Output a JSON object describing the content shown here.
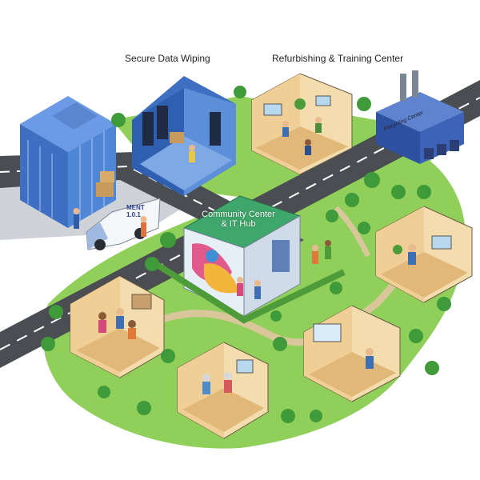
{
  "labels": {
    "secure_data_wiping": "Secure Data Wiping",
    "refurbishing_training": "Refurbishing & Training Center",
    "community_hub_line1": "Community Center",
    "community_hub_line2": "& IT Hub",
    "van_text_line1": "MENT",
    "van_text_line2": "1.0.1",
    "recycling_sign": "Recycling Center"
  },
  "colors": {
    "road": "#4a4d52",
    "sidewalk": "#cfd2d6",
    "grass": "#8fcf5a",
    "grass_dark": "#5fae3b",
    "tree": "#3f9a3a",
    "office_glass": "#4f86d6",
    "room_floor": "#e2b878",
    "room_wall": "#f3dcae",
    "hub_roof": "#3fa76b",
    "recycle_building": "#3d63b8"
  }
}
